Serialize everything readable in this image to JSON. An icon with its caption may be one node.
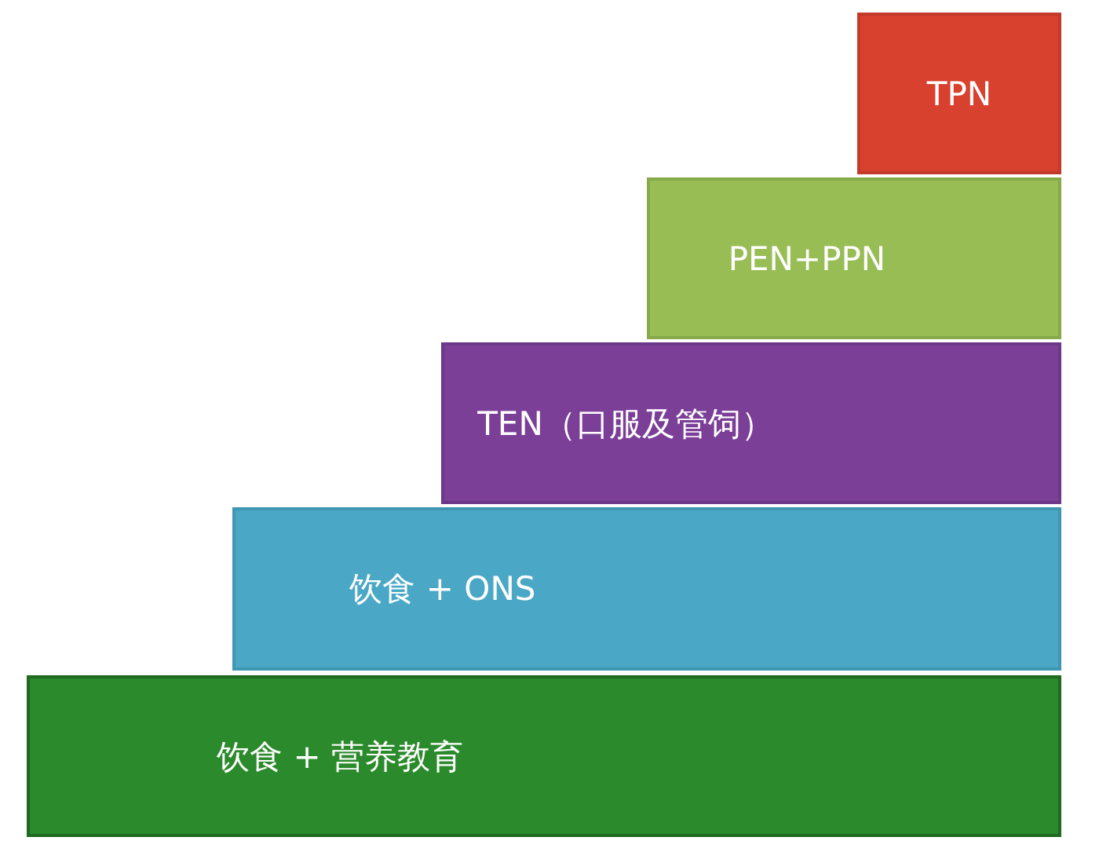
{
  "diagram": {
    "nodes": [
      {
        "text": [
          "TPN"
        ]
      },
      {
        "text": [
          "PEN+PPN"
        ]
      },
      {
        "text": [
          "TEN（口服及管饲）"
        ]
      },
      {
        "text": [
          "饮食 + ONS"
        ]
      },
      {
        "text": [
          "饮食 + 营养教育"
        ]
      }
    ]
  }
}
